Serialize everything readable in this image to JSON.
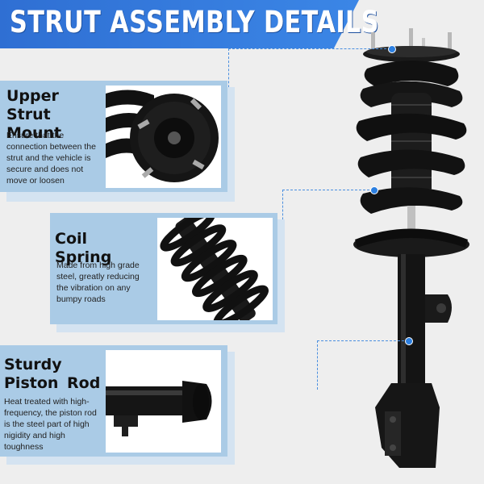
{
  "banner": {
    "title": "STRUT ASSEMBLY DETAILS"
  },
  "features": [
    {
      "title": "Upper Strut Mount",
      "description": "Ensure that the connection between the strut and the vehicle is secure and does not move or loosen",
      "icon": "strut-mount-photo"
    },
    {
      "title": "Coil Spring",
      "description": "Made from high grade steel, greatly reducing the vibration on any bumpy roads",
      "icon": "coil-spring-photo"
    },
    {
      "title": "Sturdy Piston Rod",
      "description": "Heat treated with high-frequency, the piston rod is the steel part of high nigidity and high toughness",
      "icon": "piston-rod-photo"
    }
  ],
  "colors": {
    "banner": "#2f6fd3",
    "card": "#aacbe6",
    "accent": "#2c7fe0",
    "background": "#eeeeee"
  }
}
